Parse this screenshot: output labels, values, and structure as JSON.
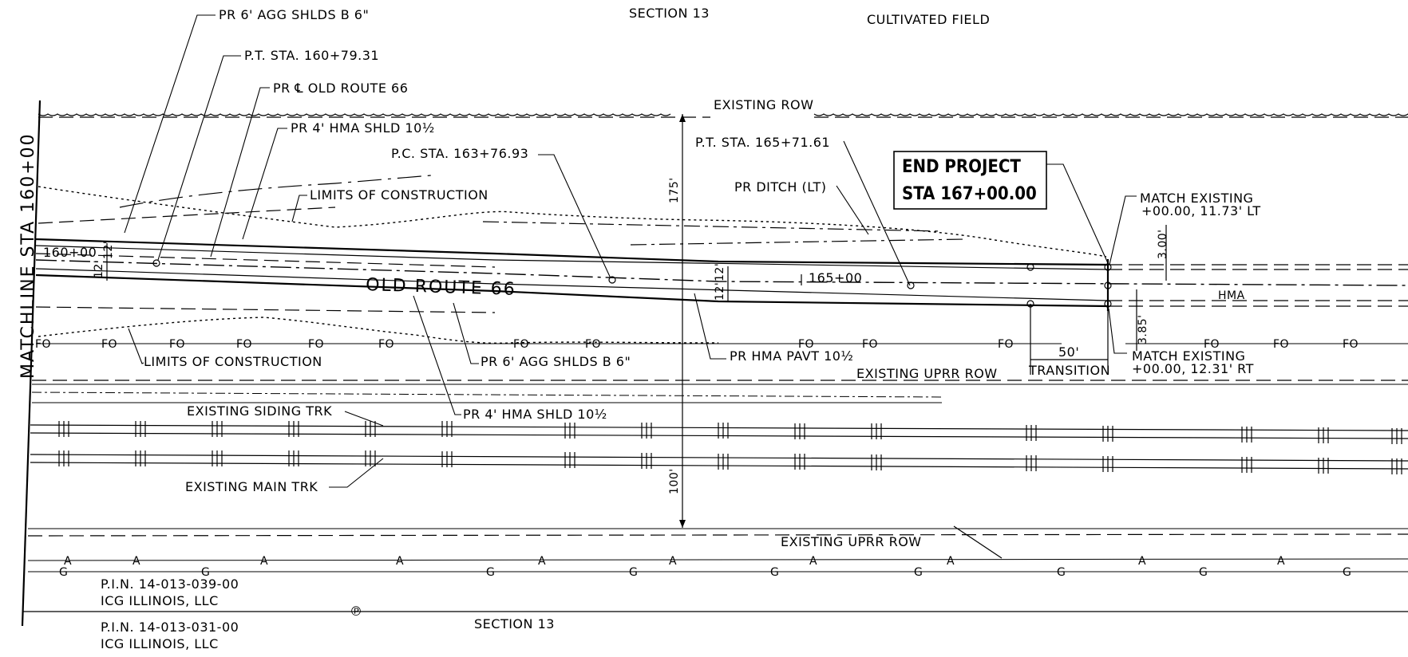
{
  "labels": {
    "section_top": "SECTION 13",
    "section_bottom": "SECTION 13",
    "cultivated_field": "CULTIVATED FIELD",
    "existing_row": "EXISTING ROW",
    "matchline": "MATCHLINE STA 160+00",
    "sta_160": "160+00",
    "sta_165": "165+00",
    "old_route": "OLD ROUTE 66",
    "pr_agg_shlds_top": "PR 6' AGG SHLDS B 6\"",
    "pt_sta_160": "P.T. STA. 160+79.31",
    "pr_cl_old_route": "PR ℄ OLD ROUTE 66",
    "pr_hma_shld_top": "PR 4' HMA SHLD 10½",
    "pc_sta": "P.C. STA. 163+76.93",
    "limits_top": "LIMITS OF CONSTRUCTION",
    "limits_bottom": "LIMITS OF CONSTRUCTION",
    "pt_sta_165": "P.T. STA. 165+71.61",
    "pr_ditch": "PR DITCH (LT)",
    "end_project_1": "END PROJECT",
    "end_project_2": "STA 167+00.00",
    "match_lt_1": "MATCH EXISTING",
    "match_lt_2": "+00.00, 11.73' LT",
    "match_rt_1": "MATCH EXISTING",
    "match_rt_2": "+00.00, 12.31' RT",
    "dim_3_00": "3.00'",
    "dim_3_85": "3.85'",
    "dim_175": "175'",
    "dim_100": "100'",
    "dim_12_12_a": "12'",
    "dim_12_12_b": "12'",
    "dim_12_12_c": "12'",
    "dim_12_12_d": "12'",
    "dim_50": "50'",
    "transition": "TRANSITION",
    "hma": "HMA",
    "pr_agg_shlds_bottom": "PR 6' AGG SHLDS B 6\"",
    "pr_hma_pavt": "PR HMA PAVT 10½",
    "pr_hma_shld_bottom": "PR 4' HMA SHLD 10½",
    "existing_uprr_row_1": "EXISTING UPRR ROW",
    "existing_uprr_row_2": "EXISTING UPRR ROW",
    "existing_siding": "EXISTING SIDING TRK",
    "existing_main": "EXISTING MAIN TRK",
    "pin_1": "P.I.N. 14-013-039-00",
    "owner_1": "ICG ILLINOIS, LLC",
    "pin_2": "P.I.N. 14-013-031-00",
    "owner_2": "ICG ILLINOIS, LLC",
    "pl_symbol": "℗",
    "fo": "FO",
    "a": "A",
    "g": "G"
  }
}
